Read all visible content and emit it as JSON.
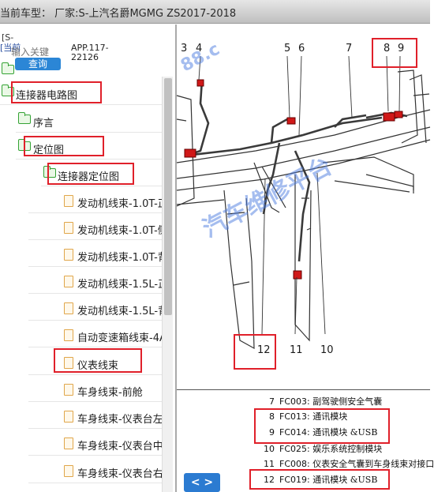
{
  "header": {
    "title": "当前车型：  厂家:S-上汽名爵MGMG ZS2017-2018"
  },
  "sidebar": {
    "frag_1": "[S-",
    "frag_2": "[当前",
    "search_placeholder": "输入关键",
    "query_label": "查询",
    "app_code_1": "APP.117-",
    "app_code_2": "22126",
    "items": [
      {
        "label": "连接器电路图",
        "icon": "folder-icon"
      },
      {
        "label": "序言",
        "icon": "folder-icon"
      },
      {
        "label": "定位图",
        "icon": "folder-icon"
      },
      {
        "label": "连接器定位图",
        "icon": "folder-icon"
      },
      {
        "label": "发动机线束-1.0T-正",
        "icon": "document-icon"
      },
      {
        "label": "发动机线束-1.0T-侧",
        "icon": "document-icon"
      },
      {
        "label": "发动机线束-1.0T-背",
        "icon": "document-icon"
      },
      {
        "label": "发动机线束-1.5L-正",
        "icon": "document-icon"
      },
      {
        "label": "发动机线束-1.5L-背",
        "icon": "document-icon"
      },
      {
        "label": "自动变速箱线束-4A",
        "icon": "document-icon"
      },
      {
        "label": "仪表线束",
        "icon": "document-icon"
      },
      {
        "label": "车身线束-前舱",
        "icon": "document-icon"
      },
      {
        "label": "车身线束-仪表台左",
        "icon": "document-icon"
      },
      {
        "label": "车身线束-仪表台中",
        "icon": "document-icon"
      },
      {
        "label": "车身线束-仪表台右",
        "icon": "document-icon"
      }
    ]
  },
  "diagram": {
    "callouts_top": [
      "3",
      "4",
      "5",
      "6",
      "7",
      "8",
      "9"
    ],
    "callouts_bottom": [
      "12",
      "11",
      "10"
    ],
    "watermark_1": "汽车维修平台",
    "watermark_2": "88.c"
  },
  "legend": [
    {
      "num": "7",
      "code": "FC003:",
      "desc": "副驾驶侧安全气囊"
    },
    {
      "num": "8",
      "code": "FC013:",
      "desc": "通讯模块"
    },
    {
      "num": "9",
      "code": "FC014:",
      "desc": "通讯模块 &USB"
    },
    {
      "num": "10",
      "code": "FC025:",
      "desc": "娱乐系统控制模块"
    },
    {
      "num": "11",
      "code": "FC008:",
      "desc": "仪表安全气囊到车身线束对接口"
    },
    {
      "num": "12",
      "code": "FC019:",
      "desc": "通讯模块 &USB"
    }
  ],
  "nav": {
    "label": "< >"
  },
  "colors": {
    "highlight": "#e0202a",
    "accent": "#2b86d6"
  }
}
